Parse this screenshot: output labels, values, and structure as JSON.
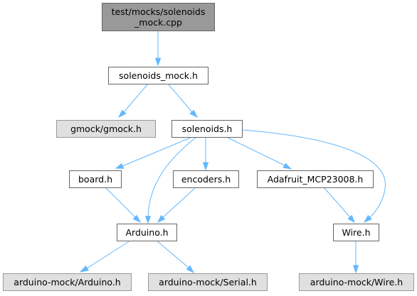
{
  "colors": {
    "root_fill": "#999999",
    "root_stroke": "#666666",
    "node_fill": "#ffffff",
    "node_stroke": "#666666",
    "external_fill": "#e0e0e0",
    "external_stroke": "#999999",
    "edge": "#63b8ff"
  },
  "nodes": {
    "root": {
      "lines": [
        "test/mocks/solenoids",
        "_mock.cpp"
      ],
      "kind": "root"
    },
    "solenoids_mock": {
      "lines": [
        "solenoids_mock.h"
      ],
      "kind": "local"
    },
    "gmock": {
      "lines": [
        "gmock/gmock.h"
      ],
      "kind": "external"
    },
    "solenoids": {
      "lines": [
        "solenoids.h"
      ],
      "kind": "local"
    },
    "board": {
      "lines": [
        "board.h"
      ],
      "kind": "local"
    },
    "encoders": {
      "lines": [
        "encoders.h"
      ],
      "kind": "local"
    },
    "adafruit": {
      "lines": [
        "Adafruit_MCP23008.h"
      ],
      "kind": "local"
    },
    "arduino": {
      "lines": [
        "Arduino.h"
      ],
      "kind": "local"
    },
    "wire": {
      "lines": [
        "Wire.h"
      ],
      "kind": "local"
    },
    "am_arduino": {
      "lines": [
        "arduino-mock/Arduino.h"
      ],
      "kind": "external"
    },
    "am_serial": {
      "lines": [
        "arduino-mock/Serial.h"
      ],
      "kind": "external"
    },
    "am_wire": {
      "lines": [
        "arduino-mock/Wire.h"
      ],
      "kind": "external"
    }
  },
  "edges": [
    [
      "root",
      "solenoids_mock"
    ],
    [
      "solenoids_mock",
      "gmock"
    ],
    [
      "solenoids_mock",
      "solenoids"
    ],
    [
      "solenoids",
      "board"
    ],
    [
      "solenoids",
      "arduino"
    ],
    [
      "solenoids",
      "encoders"
    ],
    [
      "solenoids",
      "adafruit"
    ],
    [
      "solenoids",
      "wire"
    ],
    [
      "board",
      "arduino"
    ],
    [
      "encoders",
      "arduino"
    ],
    [
      "adafruit",
      "wire"
    ],
    [
      "arduino",
      "am_arduino"
    ],
    [
      "arduino",
      "am_serial"
    ],
    [
      "wire",
      "am_wire"
    ]
  ]
}
